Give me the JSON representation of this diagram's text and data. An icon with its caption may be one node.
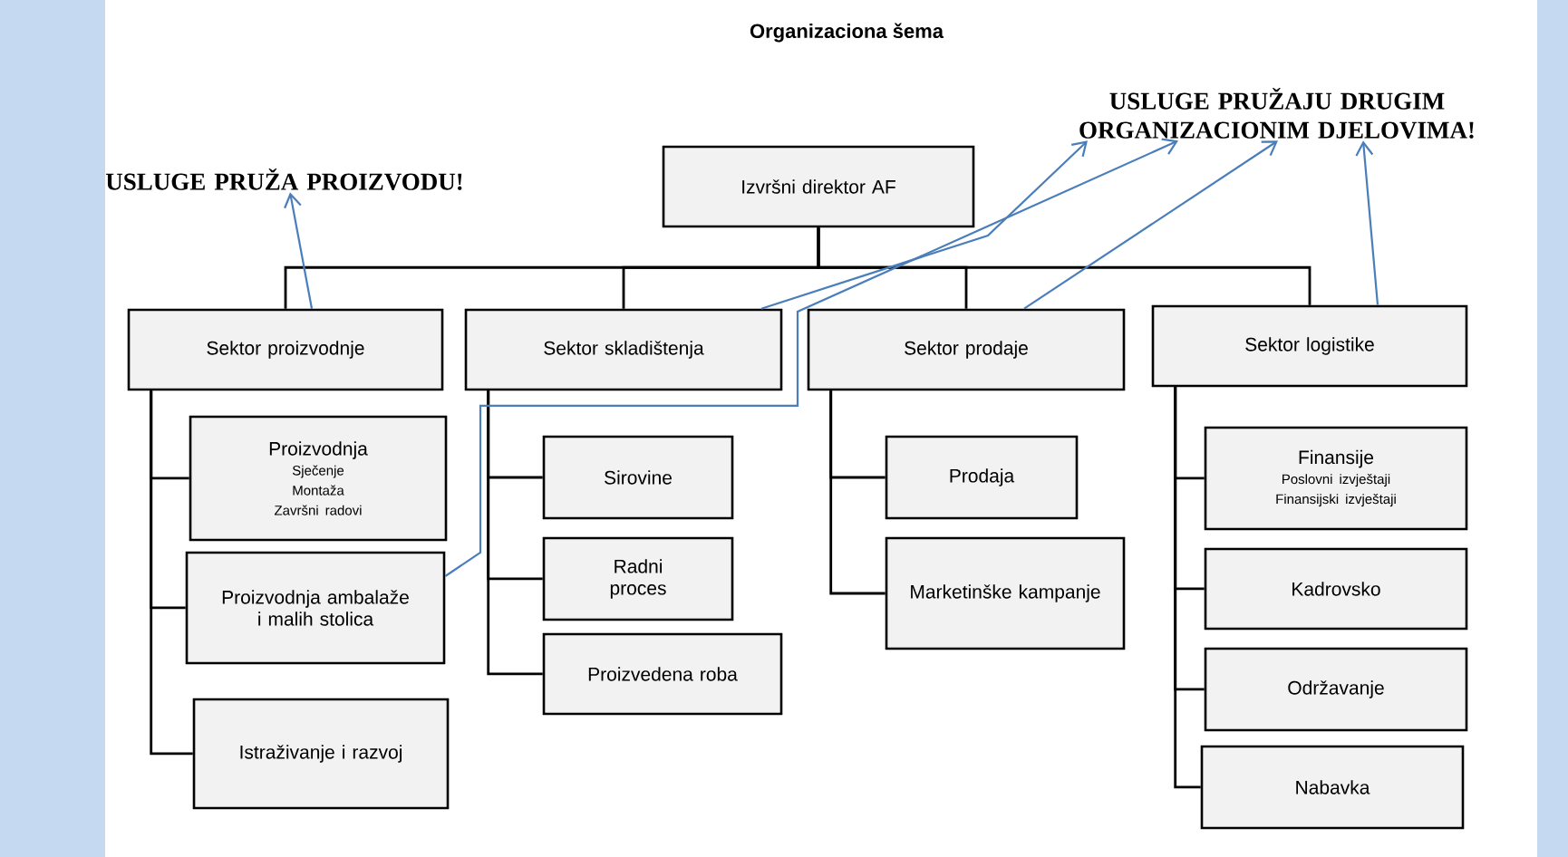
{
  "diagram": {
    "title": "Organizaciona šema",
    "nodes": [
      {
        "text": [
          "USLUGE PRUŽAJU DRUGIM ORGANIZACIONIM DJELOVIMA!"
        ]
      },
      {
        "text": [
          "USLUGE PRUŽA PROIZVODU!"
        ]
      },
      {
        "text": [
          "Izvršni direktor AF"
        ]
      },
      {
        "text": [
          "Sektor proizvodnje"
        ]
      },
      {
        "text": [
          "Sektor skladištenja"
        ]
      },
      {
        "text": [
          "Sektor prodaje"
        ]
      },
      {
        "text": [
          "Sektor logistike"
        ]
      },
      {
        "text": [
          "Proizvodnja",
          "Sječenje",
          "Montaža",
          "Završni radovi"
        ]
      },
      {
        "text": [
          "Proizvodnja ambalaže i malih stolica"
        ]
      },
      {
        "text": [
          "Istraživanje i razvoj"
        ]
      },
      {
        "text": [
          "Sirovine"
        ]
      },
      {
        "text": [
          "Radni proces"
        ]
      },
      {
        "text": [
          "Proizvedena roba"
        ]
      },
      {
        "text": [
          "Prodaja"
        ]
      },
      {
        "text": [
          "Marketinške kampanje"
        ]
      },
      {
        "text": [
          "Finansije",
          "Poslovni izvještaji",
          "Finansijski izvještaji"
        ]
      },
      {
        "text": [
          "Kadrovsko"
        ]
      },
      {
        "text": [
          "Održavanje"
        ]
      },
      {
        "text": [
          "Nabavka"
        ]
      }
    ],
    "edges": [
      {
        "from": 2,
        "to": 3,
        "arrow": "none"
      },
      {
        "from": 2,
        "to": 4,
        "arrow": "none"
      },
      {
        "from": 2,
        "to": 5,
        "arrow": "none"
      },
      {
        "from": 2,
        "to": 6,
        "arrow": "none"
      },
      {
        "from": 3,
        "to": 7,
        "arrow": "none"
      },
      {
        "from": 3,
        "to": 8,
        "arrow": "none"
      },
      {
        "from": 3,
        "to": 9,
        "arrow": "none"
      },
      {
        "from": 4,
        "to": 10,
        "arrow": "none"
      },
      {
        "from": 4,
        "to": 11,
        "arrow": "none"
      },
      {
        "from": 4,
        "to": 12,
        "arrow": "none"
      },
      {
        "from": 5,
        "to": 13,
        "arrow": "none"
      },
      {
        "from": 5,
        "to": 14,
        "arrow": "none"
      },
      {
        "from": 6,
        "to": 15,
        "arrow": "none"
      },
      {
        "from": 6,
        "to": 16,
        "arrow": "none"
      },
      {
        "from": 6,
        "to": 17,
        "arrow": "none"
      },
      {
        "from": 6,
        "to": 18,
        "arrow": "none"
      },
      {
        "from": 3,
        "to": 1,
        "arrow": "to",
        "color": "#4a7ebb"
      },
      {
        "from": 4,
        "to": 0,
        "arrow": "to",
        "color": "#4a7ebb"
      },
      {
        "from": 8,
        "to": 0,
        "arrow": "to",
        "color": "#4a7ebb"
      },
      {
        "from": 5,
        "to": 0,
        "arrow": "to",
        "color": "#4a7ebb"
      },
      {
        "from": 6,
        "to": 0,
        "arrow": "to",
        "color": "#4a7ebb"
      }
    ]
  }
}
